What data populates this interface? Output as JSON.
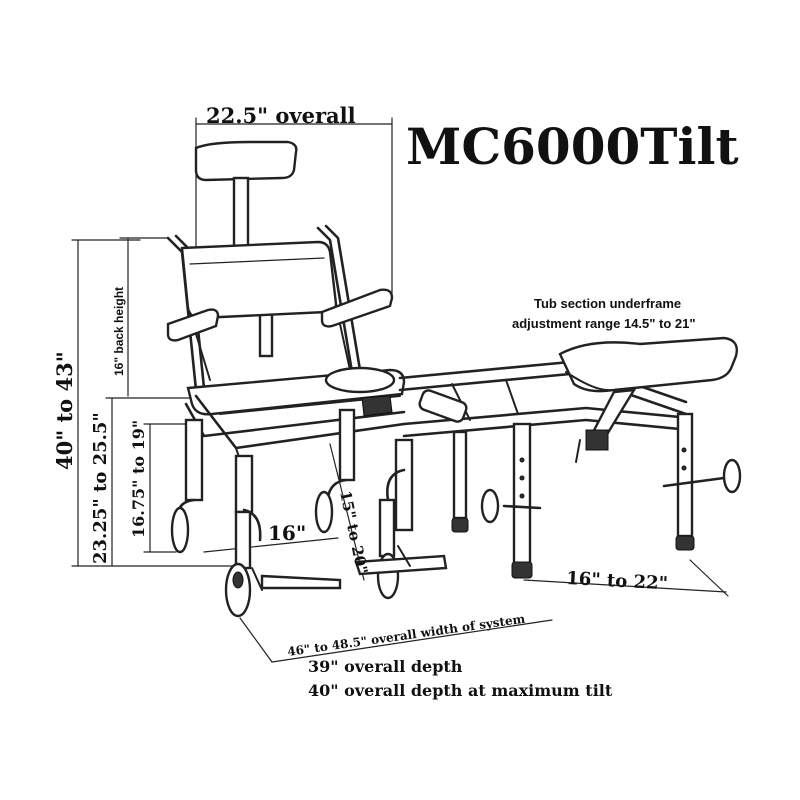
{
  "title": "MC6000Tilt",
  "labels": {
    "width_top": "22.5\" overall",
    "back_height": "16\" back height",
    "total_height": "40\" to 43\"",
    "seat_height": "23.25\" to 25.5\"",
    "seat_to_floor": "16.75\" to 19\"",
    "seat_width": "16\"",
    "seat_depth": "15\" to 20\"",
    "tub_note_line1": "Tub section underframe",
    "tub_note_line2": "adjustment range 14.5\" to 21\"",
    "tub_width": "16\" to 22\"",
    "system_width": "46\" to 48.5\" overall width of system",
    "depth": "39\" overall depth",
    "depth_tilt": "40\" overall depth at maximum tilt"
  }
}
